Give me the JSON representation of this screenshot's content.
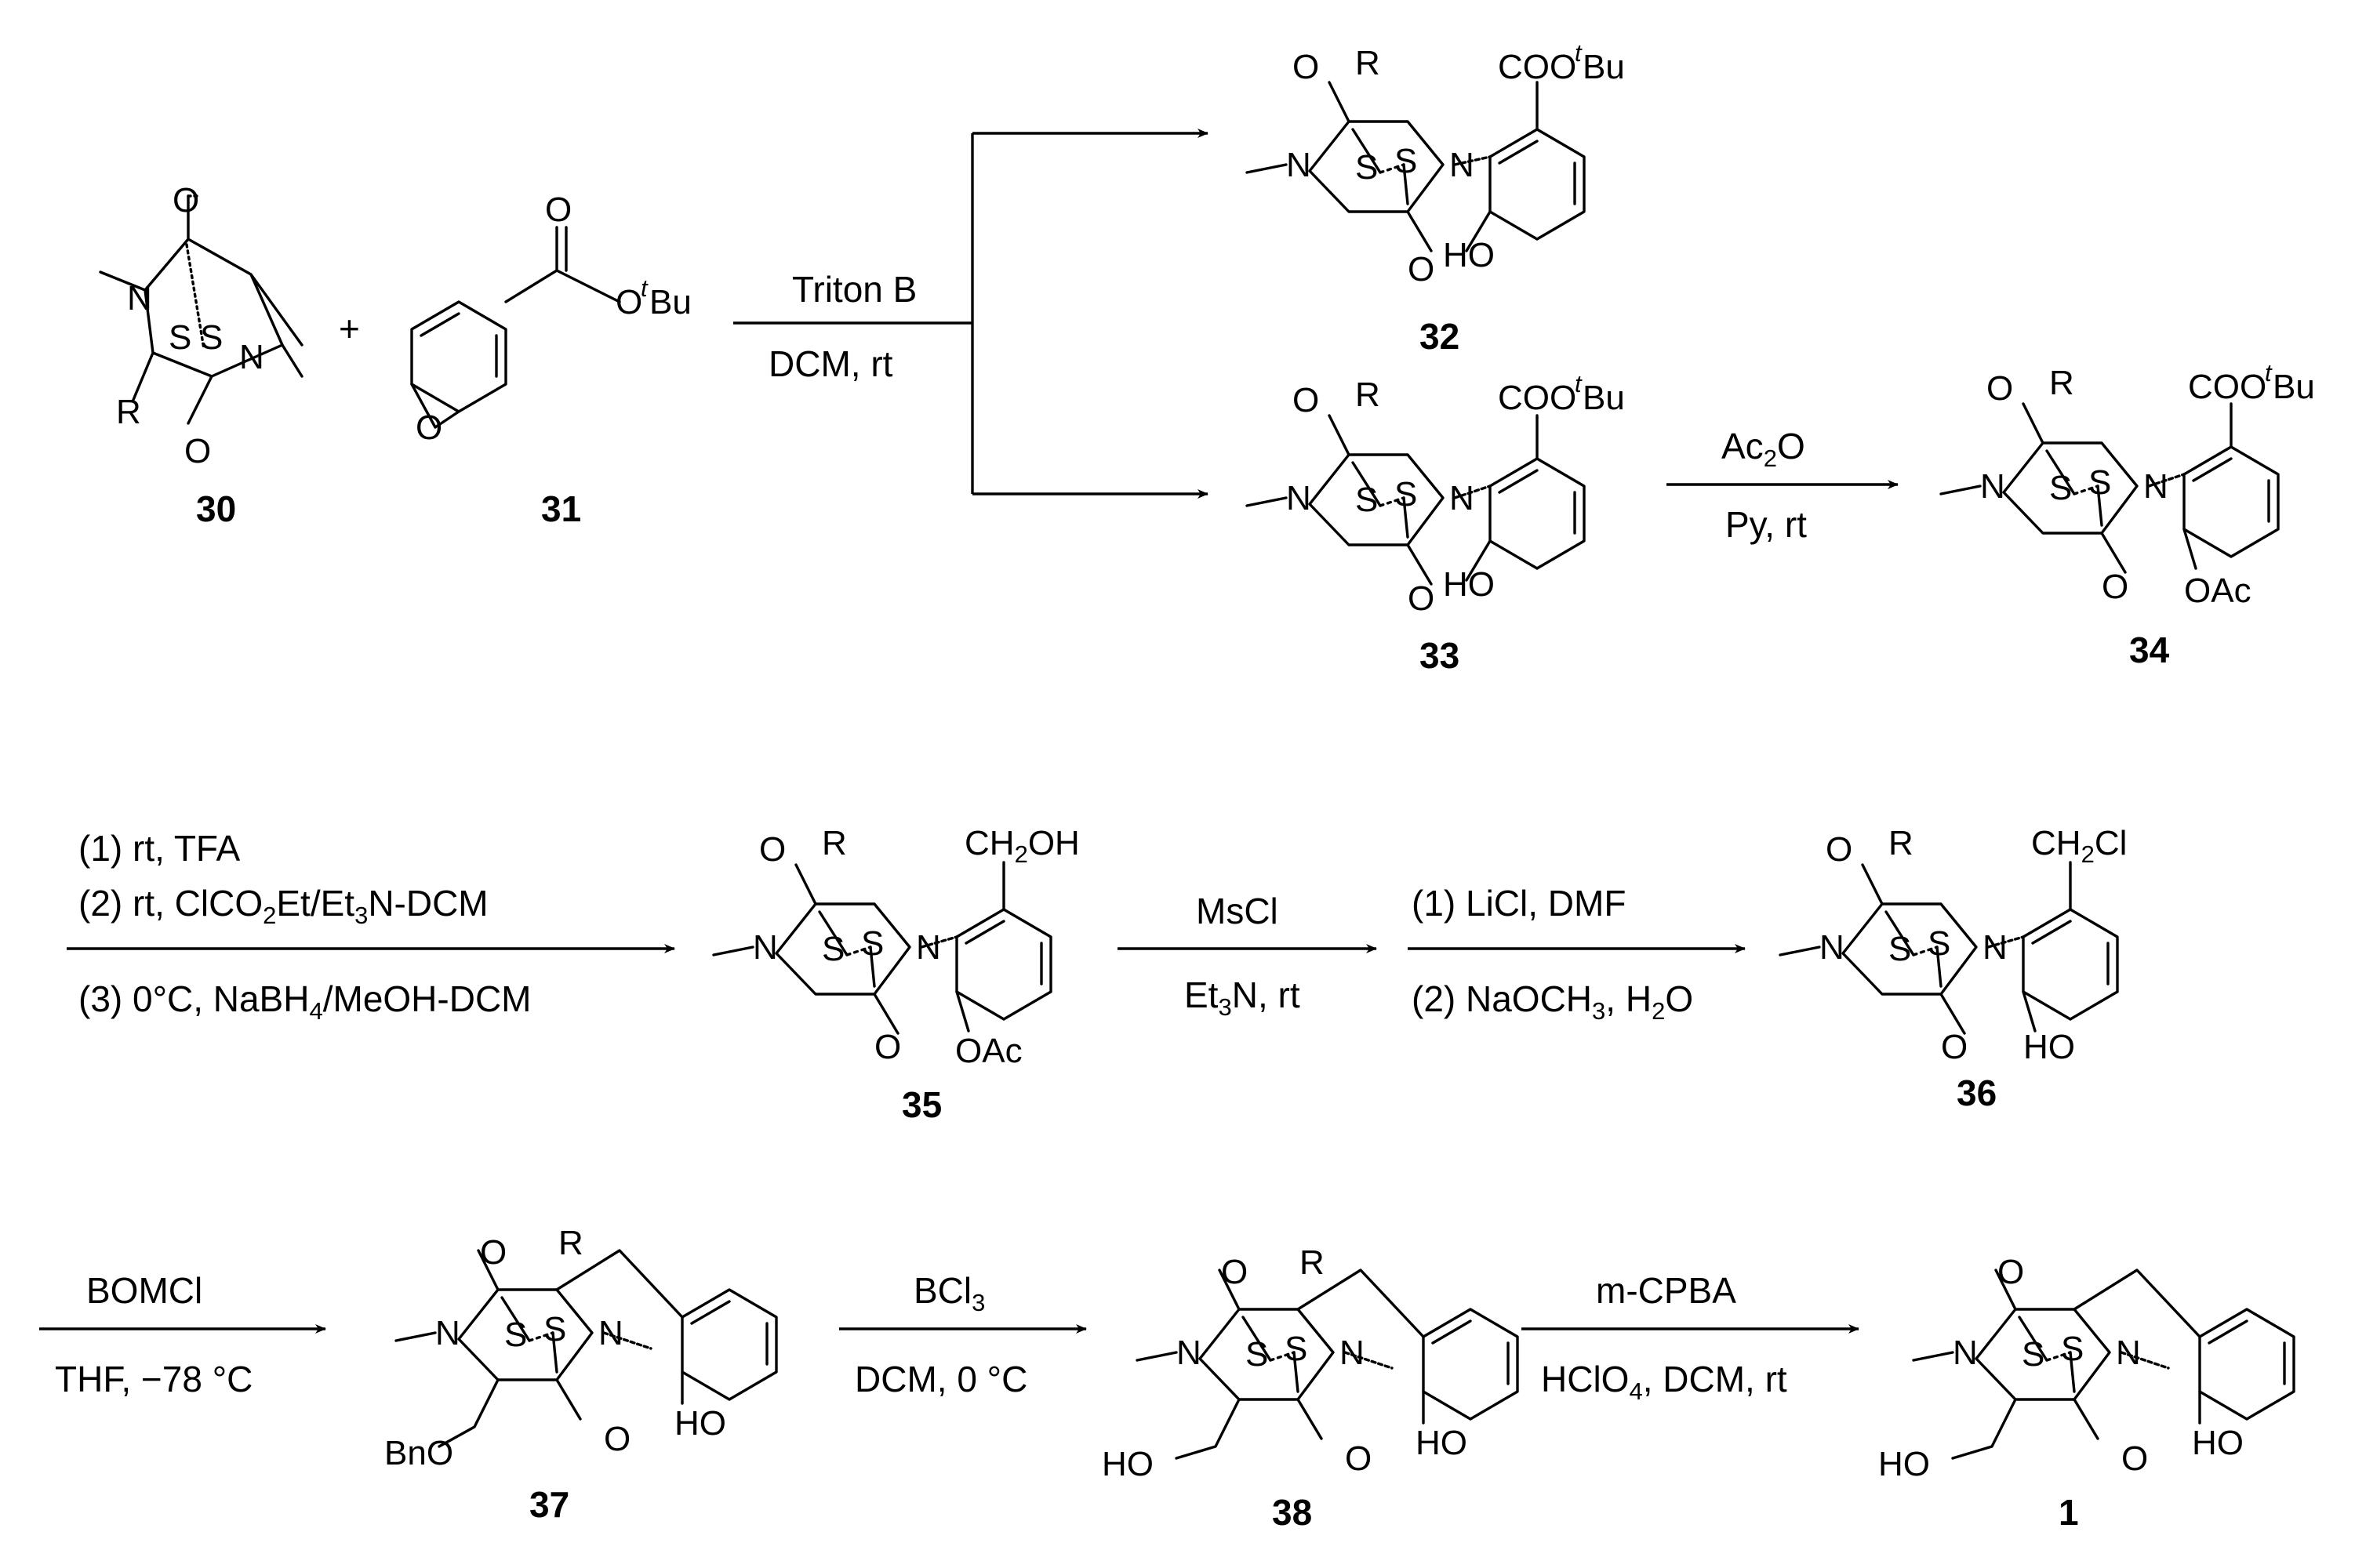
{
  "compounds": {
    "c30": "30",
    "c31": "31",
    "c32": "32",
    "c33": "33",
    "c34": "34",
    "c35": "35",
    "c36": "36",
    "c37": "37",
    "c38": "38",
    "c1": "1"
  },
  "plus": "+",
  "atoms": {
    "O": "O",
    "N": "N",
    "S": "S",
    "R": "R",
    "HO": "HO",
    "BnO": "BnO",
    "OAc": "OAc",
    "OtBu_O": "O",
    "t": "t",
    "Bu": "Bu",
    "COO": "COO",
    "CH2OH_a": "CH",
    "CH2OH_sub": "2",
    "CH2OH_b": "OH",
    "CH2Cl_a": "CH",
    "CH2Cl_sub": "2",
    "CH2Cl_b": "Cl"
  },
  "conditions": {
    "step1_top": "Triton B",
    "step1_bottom": "DCM, rt",
    "step2_top_a": "Ac",
    "step2_top_sub": "2",
    "step2_top_b": "O",
    "step2_bottom": "Py, rt",
    "step3_line1": "(1) rt, TFA",
    "step3_line2_a": "(2) rt, ClCO",
    "step3_line2_sub1": "2",
    "step3_line2_b": "Et/Et",
    "step3_line2_sub2": "3",
    "step3_line2_c": "N-DCM",
    "step3_line3_a": "(3) 0°C, NaBH",
    "step3_line3_sub": "4",
    "step3_line3_b": "/MeOH-DCM",
    "step4_top": "MsCl",
    "step4_bottom_a": "Et",
    "step4_bottom_sub": "3",
    "step4_bottom_b": "N, rt",
    "step5_top": "(1) LiCl, DMF",
    "step5_bottom_a": "(2) NaOCH",
    "step5_bottom_sub1": "3",
    "step5_bottom_b": ", H",
    "step5_bottom_sub2": "2",
    "step5_bottom_c": "O",
    "step6_top": "BOMCl",
    "step6_bottom": "THF, −78 °C",
    "step7_top_a": "BCl",
    "step7_top_sub": "3",
    "step7_bottom": "DCM, 0 °C",
    "step8_top": "m-CPBA",
    "step8_bottom_a": "HClO",
    "step8_bottom_sub": "4",
    "step8_bottom_b": ", DCM, rt"
  }
}
